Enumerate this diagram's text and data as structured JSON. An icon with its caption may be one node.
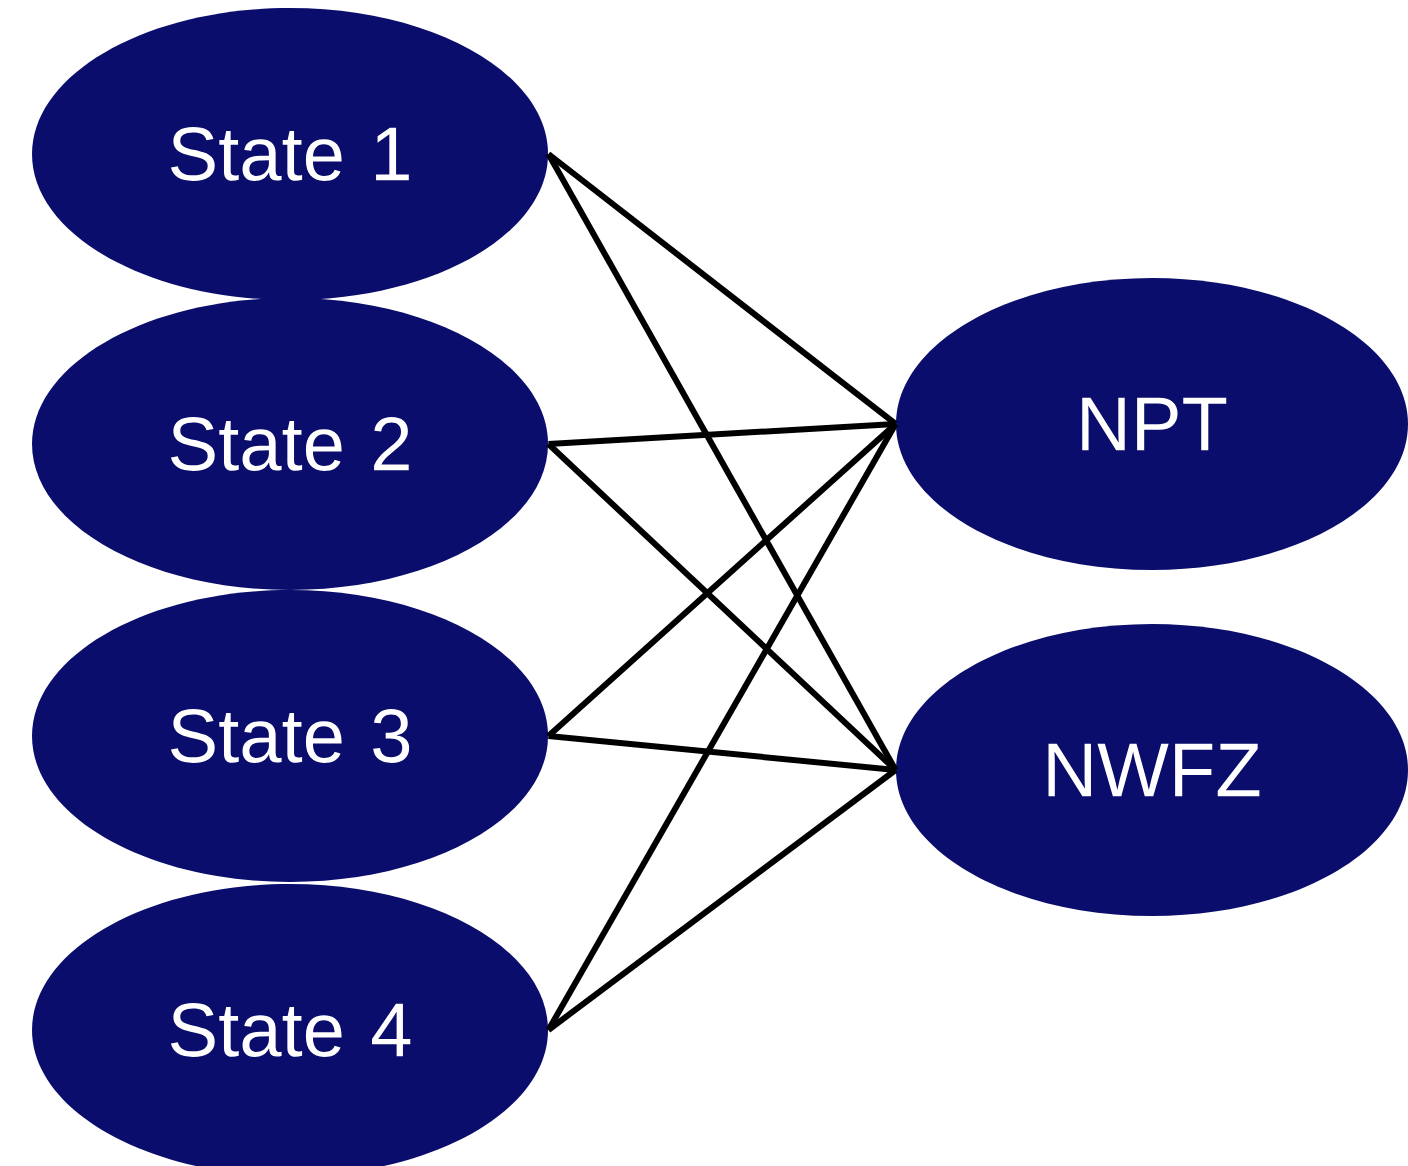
{
  "diagram": {
    "nodes": [
      {
        "text": [
          "State 1"
        ]
      },
      {
        "text": [
          "State 2"
        ]
      },
      {
        "text": [
          "State 3"
        ]
      },
      {
        "text": [
          "State 4"
        ]
      },
      {
        "text": [
          "NPT"
        ]
      },
      {
        "text": [
          "NWFZ"
        ]
      }
    ],
    "edges": [
      {
        "from": 0,
        "to": 4,
        "arrow": "none"
      },
      {
        "from": 0,
        "to": 5,
        "arrow": "none"
      },
      {
        "from": 1,
        "to": 4,
        "arrow": "none"
      },
      {
        "from": 1,
        "to": 5,
        "arrow": "none"
      },
      {
        "from": 2,
        "to": 4,
        "arrow": "none"
      },
      {
        "from": 2,
        "to": 5,
        "arrow": "none"
      },
      {
        "from": 3,
        "to": 4,
        "arrow": "none"
      },
      {
        "from": 3,
        "to": 5,
        "arrow": "none"
      }
    ]
  }
}
